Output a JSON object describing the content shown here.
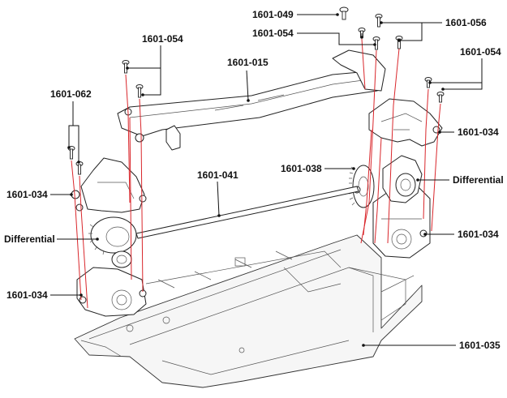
{
  "labels": {
    "l_1601_049": "1601-049",
    "l_1601_054_top": "1601-054",
    "l_1601_056": "1601-056",
    "l_1601_054_left": "1601-054",
    "l_1601_015": "1601-015",
    "l_1601_054_right": "1601-054",
    "l_1601_062": "1601-062",
    "l_1601_034_right_top": "1601-034",
    "l_1601_038": "1601-038",
    "l_1601_041": "1601-041",
    "l_differential_right": "Differential",
    "l_1601_034_left_top": "1601-034",
    "l_1601_034_right_bottom": "1601-034",
    "l_differential_left": "Differential",
    "l_1601_034_left_bottom": "1601-034",
    "l_1601_035": "1601-035"
  },
  "colors": {
    "guide_line": "#d9262b",
    "ink": "#111111"
  }
}
